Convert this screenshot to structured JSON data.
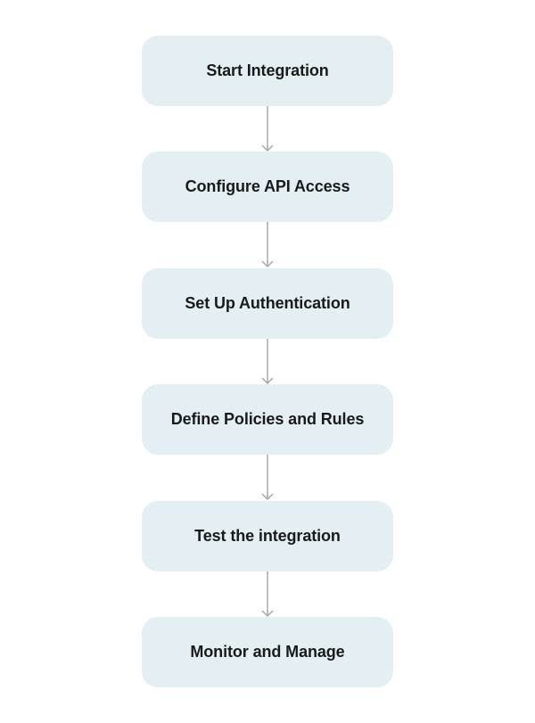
{
  "diagram": {
    "steps": [
      {
        "label": "Start Integration"
      },
      {
        "label": "Configure API Access"
      },
      {
        "label": "Set Up Authentication"
      },
      {
        "label": "Define Policies and Rules"
      },
      {
        "label": "Test the integration"
      },
      {
        "label": "Monitor and Manage"
      }
    ],
    "colors": {
      "node_fill": "#e4eff4",
      "node_text": "#1a1a1a",
      "connector": "#a8a8a8"
    }
  }
}
